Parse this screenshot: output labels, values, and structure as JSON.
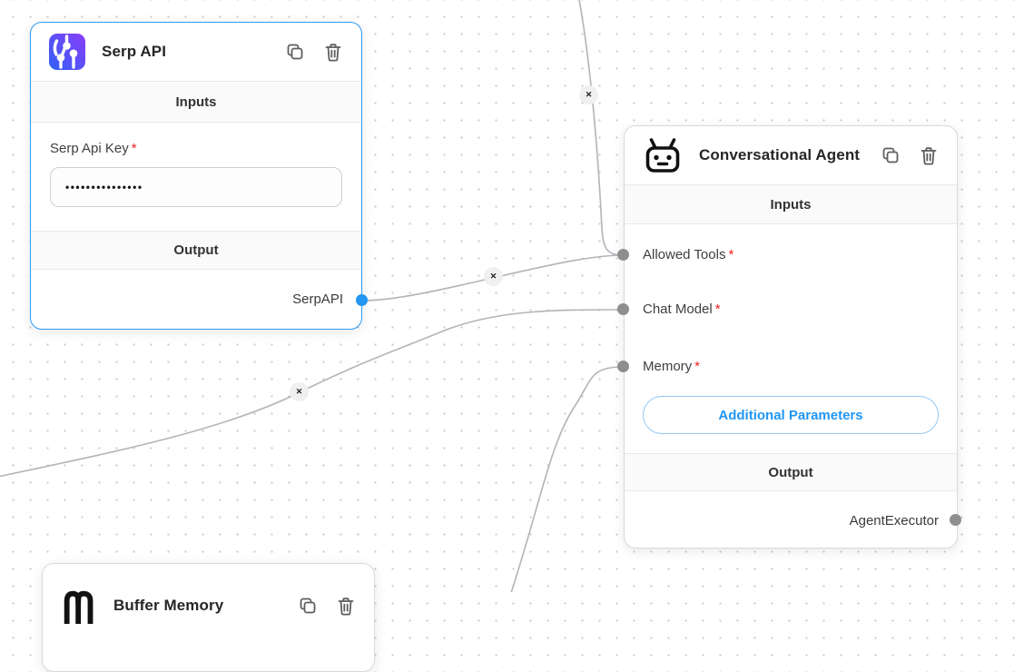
{
  "canvas": {
    "type": "flow-editor",
    "grid": "dots",
    "edge_remove_label": "✕"
  },
  "colors": {
    "accent_blue": "#2196f3",
    "selected_border": "#2f9bf4",
    "required_red": "#ef1f1f",
    "edge_gray": "#b3b3ba",
    "handle_gray": "#8e8e8e"
  },
  "serp_node": {
    "title": "Serp API",
    "icon": "serpapi-logo-icon",
    "inputs_header": "Inputs",
    "output_header": "Output",
    "field_label": "Serp Api Key",
    "required_mark": "*",
    "field_value": "•••••••••••••••",
    "output_name": "SerpAPI",
    "selected": true
  },
  "agent_node": {
    "title": "Conversational Agent",
    "icon": "robot-icon",
    "inputs_header": "Inputs",
    "output_header": "Output",
    "inputs": [
      {
        "label": "Allowed Tools",
        "required_mark": "*"
      },
      {
        "label": "Chat Model",
        "required_mark": "*"
      },
      {
        "label": "Memory",
        "required_mark": "*"
      }
    ],
    "additional_params_label": "Additional Parameters",
    "output_name": "AgentExecutor"
  },
  "memory_node": {
    "title": "Buffer Memory",
    "icon": "memory-icon"
  }
}
